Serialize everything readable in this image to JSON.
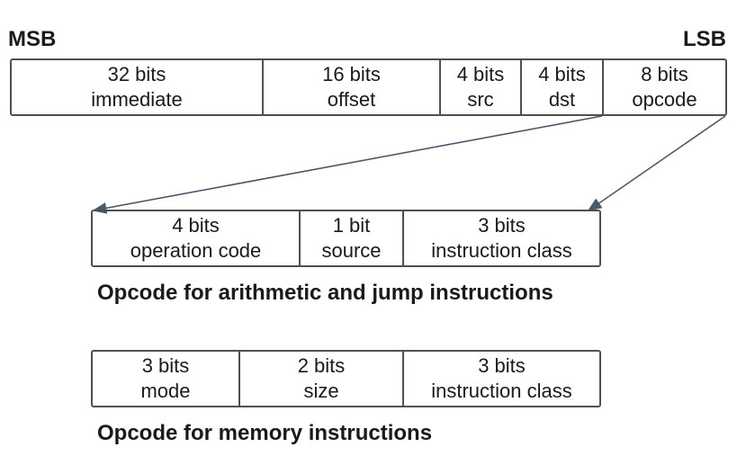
{
  "labels": {
    "msb": "MSB",
    "lsb": "LSB"
  },
  "instruction": [
    {
      "bits": "32 bits",
      "name": "immediate"
    },
    {
      "bits": "16 bits",
      "name": "offset"
    },
    {
      "bits": "4 bits",
      "name": "src"
    },
    {
      "bits": "4 bits",
      "name": "dst"
    },
    {
      "bits": "8 bits",
      "name": "opcode"
    }
  ],
  "arith_opcode": {
    "fields": [
      {
        "bits": "4 bits",
        "name": "operation code"
      },
      {
        "bits": "1 bit",
        "name": "source"
      },
      {
        "bits": "3 bits",
        "name": "instruction class"
      }
    ],
    "caption": "Opcode for arithmetic and jump instructions"
  },
  "mem_opcode": {
    "fields": [
      {
        "bits": "3 bits",
        "name": "mode"
      },
      {
        "bits": "2 bits",
        "name": "size"
      },
      {
        "bits": "3 bits",
        "name": "instruction class"
      }
    ],
    "caption": "Opcode for memory instructions"
  },
  "colors": {
    "border": "#505050",
    "arrow": "#4a5a6a",
    "text": "#1a1a1a"
  }
}
